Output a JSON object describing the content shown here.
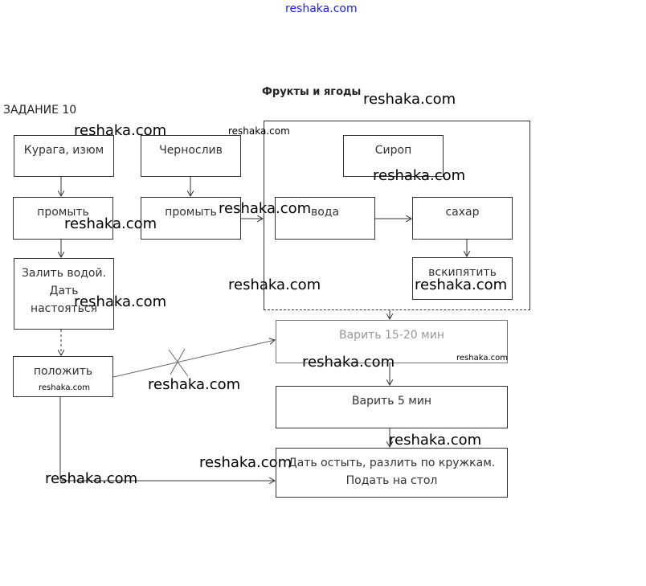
{
  "header_watermark": "reshaka.com",
  "task_title": "ЗАДАНИЕ 10",
  "group_title": "Фрукты и ягоды",
  "boxes": {
    "kuraga": "Курага, изюм",
    "chernosliv": "Чернослив",
    "promyt1": "промыть",
    "promyt2": "промыть",
    "zalit": "Залить водой. Дать настояться",
    "polozhit": "положить",
    "sirop": "Сироп",
    "voda": "вода",
    "sahar": "сахар",
    "vskipyatit": "вскипятить",
    "varit1520": "Варить 15-20 мин",
    "varit5": "Варить 5 мин",
    "dat_ostyt": "Дать остыть, разлить по кружкам. Подать на стол"
  },
  "watermark": "reshaka.com"
}
